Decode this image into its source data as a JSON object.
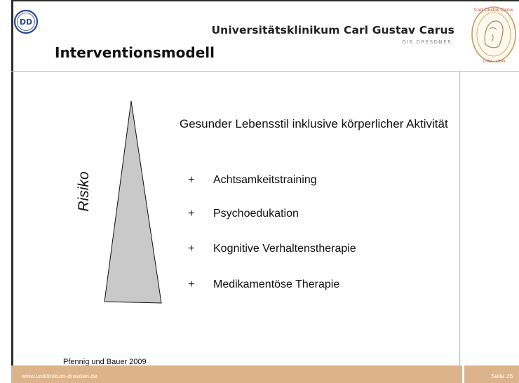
{
  "header": {
    "brand_title": "Universitätsklinikum Carl Gustav Carus",
    "brand_subtitle": "DIE DRESDNER.",
    "dd_logo_text": "DD",
    "seal_text": "Carl Gustav Carus",
    "seal_years": "1789 - 1869"
  },
  "slide": {
    "title": "Interventionsmodell",
    "axis_label": "Risiko",
    "lead": "Gesunder Lebensstil inklusive körperlicher Aktivität",
    "items": [
      {
        "prefix": "+",
        "label": "Achtsamkeitstraining"
      },
      {
        "prefix": "+",
        "label": "Psychoedukation"
      },
      {
        "prefix": "+",
        "label": "Kognitive Verhaltenstherapie"
      },
      {
        "prefix": "+",
        "label": "Medikamentöse Therapie"
      }
    ],
    "citation": "Pfennig und Bauer 2009"
  },
  "footer": {
    "url": "www.uniklinikum-dresden.de",
    "page": "Seite 26"
  },
  "colors": {
    "footer_bar": "#dcb38a",
    "pyramid_fill": "#c9c9c9"
  }
}
